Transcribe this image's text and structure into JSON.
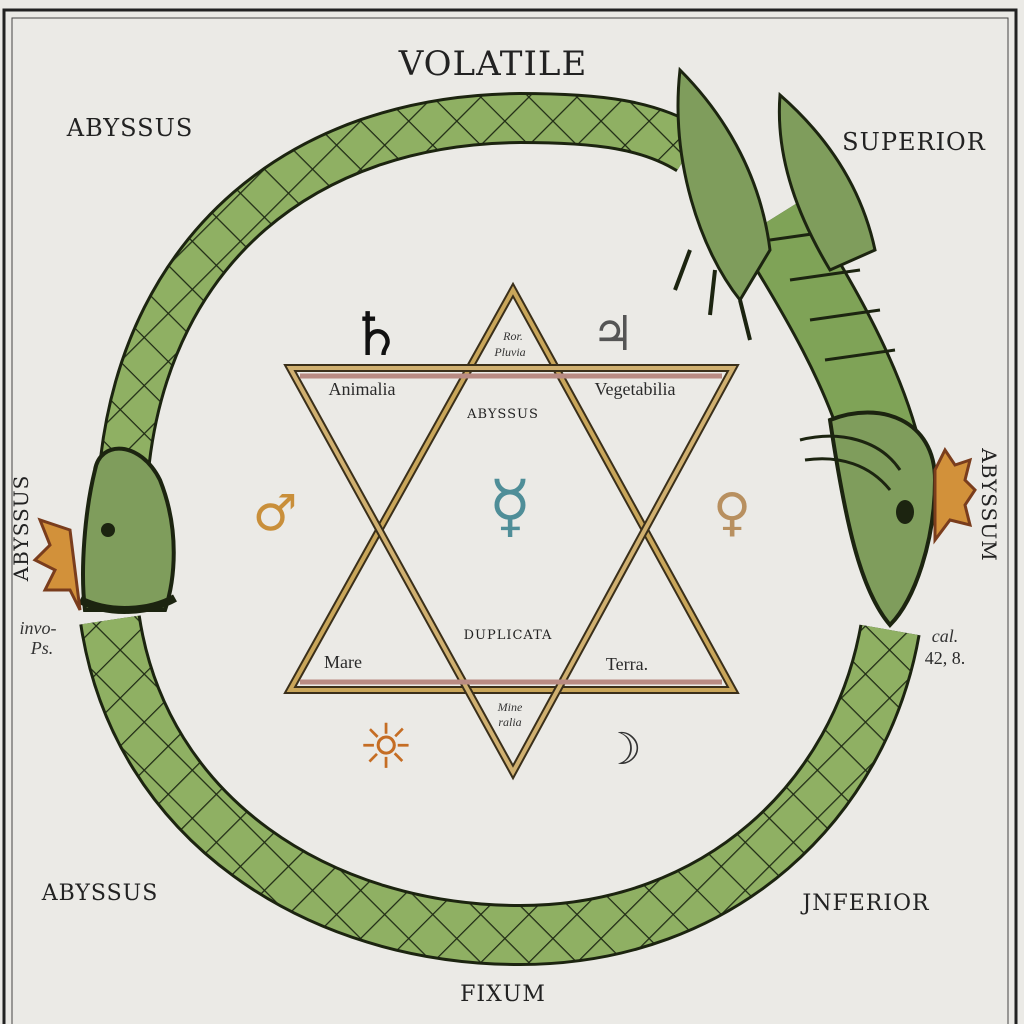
{
  "corners": {
    "top": "VOLATILE",
    "bottom": "FIXUM",
    "top_left": "ABYSSUS",
    "top_right": "SUPERIOR",
    "bottom_left": "ABYSSUS",
    "bottom_right": "JNFERIOR",
    "left_vertical": "ABYSSUS",
    "right_vertical": "ABYSSUM"
  },
  "margin_notes": {
    "left_line1": "invo-",
    "left_line2": "Ps.",
    "right_line1": "cal.",
    "right_line2": "42, 8."
  },
  "star": {
    "apex_top_line1": "Ror.",
    "apex_top_line2": "Pluvia",
    "upper_left": "Animalia",
    "upper_right": "Vegetabilia",
    "center_top": "ABYSSUS",
    "center_bottom": "DUPLICATA",
    "lower_left": "Mare",
    "lower_right": "Terra.",
    "apex_bottom_line1": "Mine",
    "apex_bottom_line2": "ralia"
  },
  "symbols": {
    "saturn": "♄",
    "jupiter": "♃",
    "mars": "♂",
    "mercury": "☿",
    "venus": "♀",
    "sun": "☼",
    "moon": "☽"
  },
  "colors": {
    "paper": "#ebeae6",
    "serpent": "#7fa357",
    "serpent_dark": "#2c3a1c",
    "star_gold": "#b08a3e",
    "star_rose": "#b98b83",
    "crown": "#d2913a",
    "mercury": "#4f8e98"
  }
}
